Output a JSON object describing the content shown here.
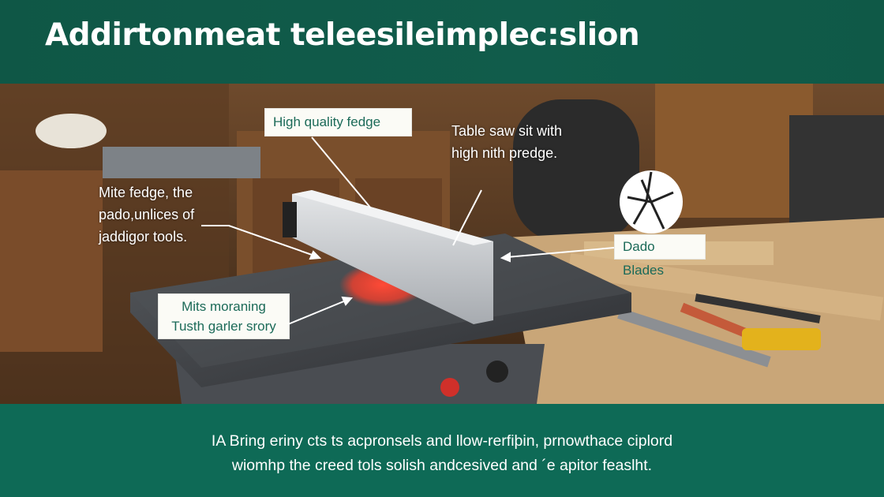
{
  "title": "Addirtonmeat teleesileimplec:slion",
  "callouts": {
    "top_box": "High quality fedge",
    "top_right": [
      "Table saw sit with",
      "high nith predge."
    ],
    "left": [
      "Mite fedge, the",
      "pado,unlices of",
      "jaddigor tools."
    ],
    "bottom_box": [
      "Mits moraning",
      "Tusth garler srory"
    ],
    "right_box": "Dado Blades"
  },
  "caption": [
    "IA Bring eriny cts ts acpronsels and llow-rerfiþin, prnowthace ciplord",
    "wiomhp the creed tols solish andcesived and ´e apitor feaslht."
  ],
  "colors": {
    "header_green": "#115c4b",
    "footer_green": "#0e6a56",
    "label_text": "#1b6a58",
    "blade_glow": "#e8402f"
  }
}
